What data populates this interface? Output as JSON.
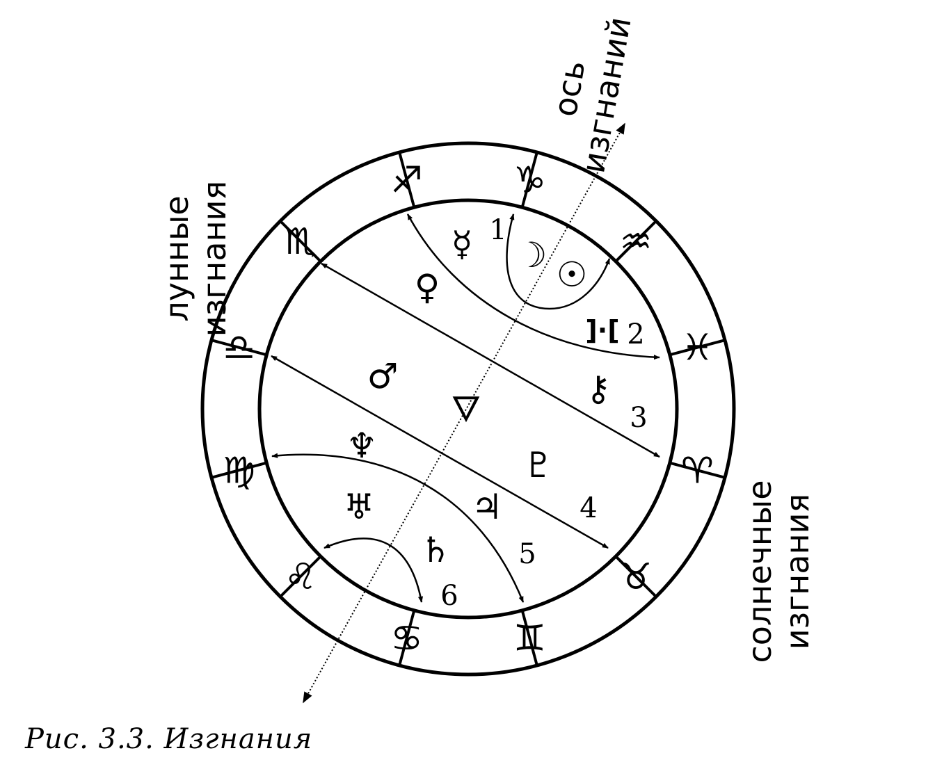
{
  "zodiac": [
    {
      "id": "sagittarius",
      "glyph": "♐"
    },
    {
      "id": "capricorn",
      "glyph": "♑"
    },
    {
      "id": "aquarius",
      "glyph": "♒"
    },
    {
      "id": "pisces",
      "glyph": "♓"
    },
    {
      "id": "aries",
      "glyph": "♈"
    },
    {
      "id": "taurus",
      "glyph": "♉"
    },
    {
      "id": "gemini",
      "glyph": "♊"
    },
    {
      "id": "cancer",
      "glyph": "♋"
    },
    {
      "id": "leo",
      "glyph": "♌"
    },
    {
      "id": "virgo",
      "glyph": "♍"
    },
    {
      "id": "libra",
      "glyph": "♎"
    },
    {
      "id": "scorpio",
      "glyph": "♏"
    }
  ],
  "planets": [
    {
      "id": "mercury",
      "glyph": "☿"
    },
    {
      "id": "moon",
      "glyph": "☽"
    },
    {
      "id": "sun",
      "glyph": "☉"
    },
    {
      "id": "venus",
      "glyph": "♀"
    },
    {
      "id": "hygeia",
      "glyph": "]·["
    },
    {
      "id": "mars",
      "glyph": "♂"
    },
    {
      "id": "earth",
      "glyph": "🜄"
    },
    {
      "id": "chiron",
      "glyph": "⚷"
    },
    {
      "id": "neptune",
      "glyph": "♆"
    },
    {
      "id": "pluto",
      "glyph": "♇"
    },
    {
      "id": "uranus",
      "glyph": "♅"
    },
    {
      "id": "jupiter",
      "glyph": "♃"
    },
    {
      "id": "saturn",
      "glyph": "♄"
    }
  ],
  "arrow_numbers": [
    "1",
    "2",
    "3",
    "4",
    "5",
    "6"
  ],
  "labels": {
    "axis_line1": "ось",
    "axis_line2": "изгнаний",
    "lunar_line1": "лунные",
    "lunar_line2": "изгнания",
    "solar_line1": "солнечные",
    "solar_line2": "изгнания"
  },
  "caption": "Рис. 3.3. Изгнания"
}
